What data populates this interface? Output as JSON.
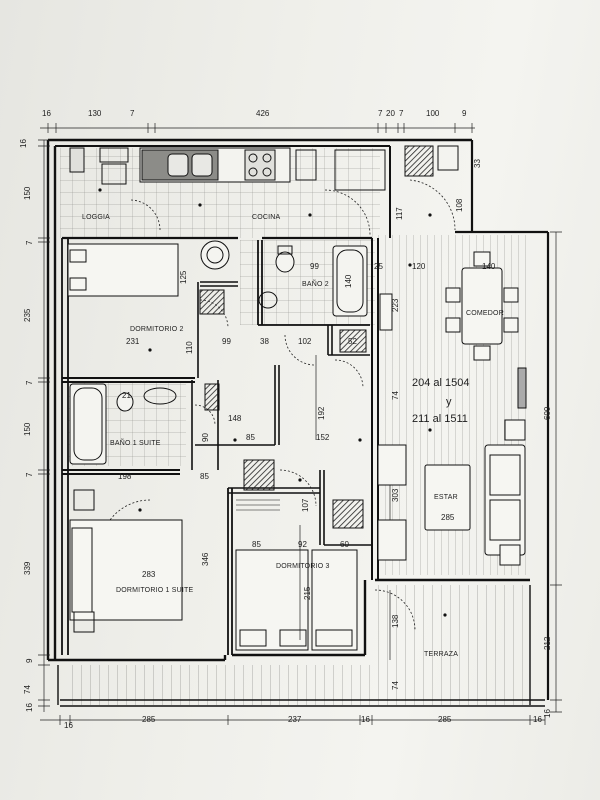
{
  "units": {
    "top_dims": [
      "16",
      "130",
      "7",
      "426",
      "7",
      "20",
      "7",
      "100",
      "9"
    ],
    "bottom_dims": [
      "16",
      "285",
      "237",
      "16",
      "285",
      "16"
    ],
    "left_dims": [
      "16",
      "150",
      "7",
      "235",
      "7",
      "150",
      "7",
      "339",
      "9",
      "74",
      "16"
    ],
    "right_dims": [
      "600",
      "212",
      "16"
    ],
    "title_block": {
      "line1": "204 al 1504",
      "line2": "y",
      "line3": "211 al 1511"
    }
  },
  "rooms": {
    "loggia": "LOGGIA",
    "cocina": "COCINA",
    "bano2": "BAÑO 2",
    "dormitorio2": "DORMITORIO 2",
    "comedor": "COMEDOR",
    "bano1": "BAÑO 1 SUITE",
    "estar": "ESTAR",
    "dormitorio1": "DORMITORIO 1 SUITE",
    "dormitorio3": "DORMITORIO 3",
    "terraza": "TERRAZA"
  },
  "inner_dims": {
    "d117": "117",
    "d108": "108",
    "d33": "33",
    "d99a": "99",
    "d25": "25",
    "d120": "120",
    "d140a": "140",
    "d140b": "140",
    "d125": "125",
    "d223": "223",
    "d231": "231",
    "d110": "110",
    "d99b": "99",
    "d38": "38",
    "d102": "102",
    "d52": "52",
    "d74a": "74",
    "d21": "21",
    "d148": "148",
    "d192": "192",
    "d90": "90",
    "d85a": "85",
    "d152": "152",
    "d198": "198",
    "d85b": "85",
    "d107": "107",
    "d303": "303",
    "d285a": "285",
    "d346": "346",
    "d283": "283",
    "d85c": "85",
    "d92": "92",
    "d60": "60",
    "d215": "215",
    "d138": "138",
    "d74b": "74"
  }
}
